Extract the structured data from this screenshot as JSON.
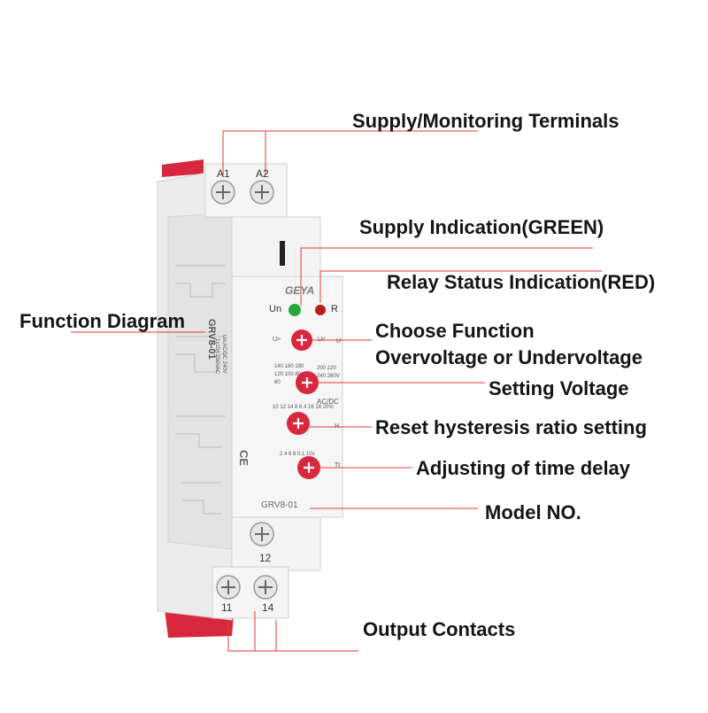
{
  "labels": {
    "supply_monitoring_terminals": "Supply/Monitoring Terminals",
    "supply_indication": "Supply Indication(GREEN)",
    "relay_status_indication": "Relay Status Indication(RED)",
    "function_diagram": "Function Diagram",
    "choose_function_line1": "Choose Function",
    "choose_function_line2": "Overvoltage or Undervoltage",
    "setting_voltage": "Setting Voltage",
    "reset_hysteresis": "Reset hysteresis ratio setting",
    "adjusting_time_delay": "Adjusting of time delay",
    "model_no": "Model NO.",
    "output_contacts": "Output Contacts"
  },
  "device": {
    "brand": "GEYA",
    "model": "GRV8-01",
    "side_model": "GRV8-01",
    "side_rating_1": "Un:AC/DC 240V",
    "side_rating_2": "1x10A 250VAC",
    "terminal_a1": "A1",
    "terminal_a2": "A2",
    "terminal_12": "12",
    "terminal_11": "11",
    "terminal_14": "14",
    "led_un_label": "Un",
    "led_r_label": "R",
    "dial1_left": "U>",
    "dial1_right": "U<",
    "dial1_side": "U",
    "dial2_scale_left": "140 160 180 120 100 80 60",
    "dial2_scale_right": "200 220 240 260V",
    "dial2_unit": "AC/DC",
    "dial3_scale": "10 12 14 8 6 4 16 18 20%",
    "dial3_side": "H",
    "dial4_scale": "2 4 6 8 0.1 10s",
    "dial4_side": "Tt",
    "ce_mark": "CE"
  },
  "colors": {
    "leader_line": "#e23a3a",
    "dial": "#d8283d",
    "led_green": "#28a83a",
    "led_red": "#b81c1c",
    "latch": "#d8283d",
    "body": "#f3f3f3",
    "edge": "#cfcfcf"
  }
}
